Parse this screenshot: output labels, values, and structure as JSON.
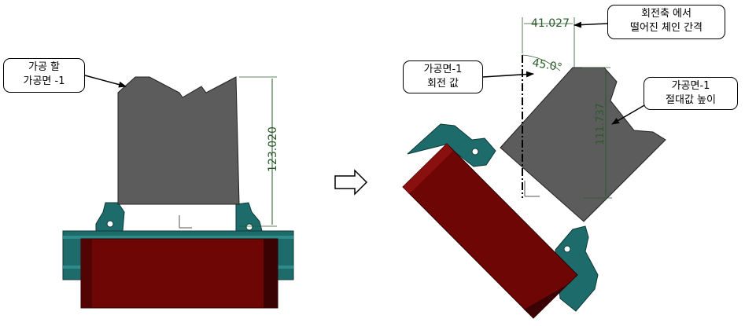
{
  "callouts": {
    "left_part": {
      "line1": "가공 할",
      "line2": "가공면 -1"
    },
    "rotation_value": {
      "line1": "가공면-1",
      "line2": "회전 값"
    },
    "chain_gap": {
      "line1": "회전축 에서",
      "line2": "떨어진 체인 간격"
    },
    "absolute_height": {
      "line1": "가공면-1",
      "line2": "절대값 높이"
    }
  },
  "dimensions": {
    "left_height": "123.020",
    "offset": "41.027",
    "angle": "45.0°",
    "right_height": "111.737"
  },
  "colors": {
    "part": "#5c5c5c",
    "fixture": "#1e6b6b",
    "block": "#6e0606",
    "dimension": "#2a5a2a"
  }
}
